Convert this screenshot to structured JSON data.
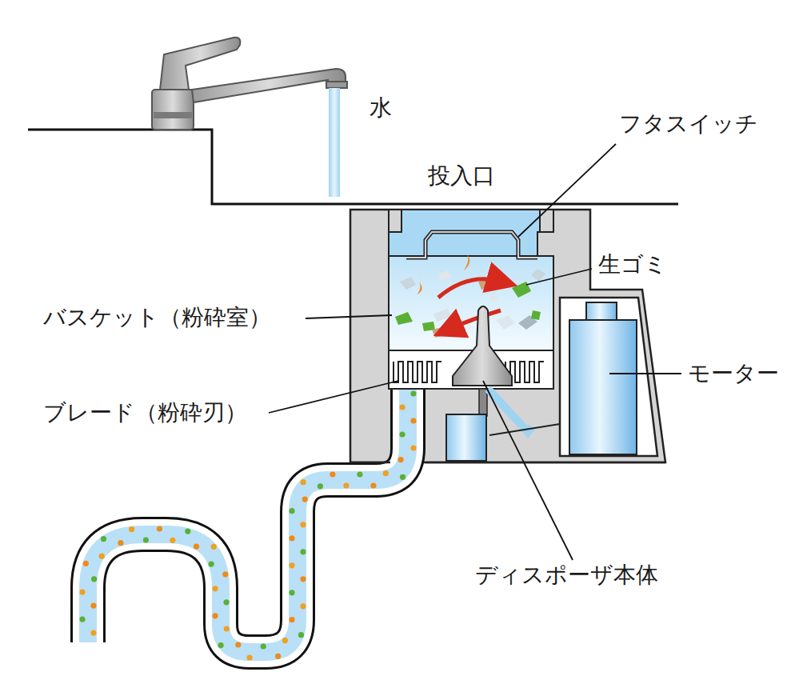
{
  "diagram": {
    "labels": [
      "水",
      "フタスイッチ",
      "投入口",
      "生ゴミ",
      "バスケット（粉砕室）",
      "モーター",
      "ブレード（粉砕刃）",
      "ディスポーザ本体"
    ]
  }
}
